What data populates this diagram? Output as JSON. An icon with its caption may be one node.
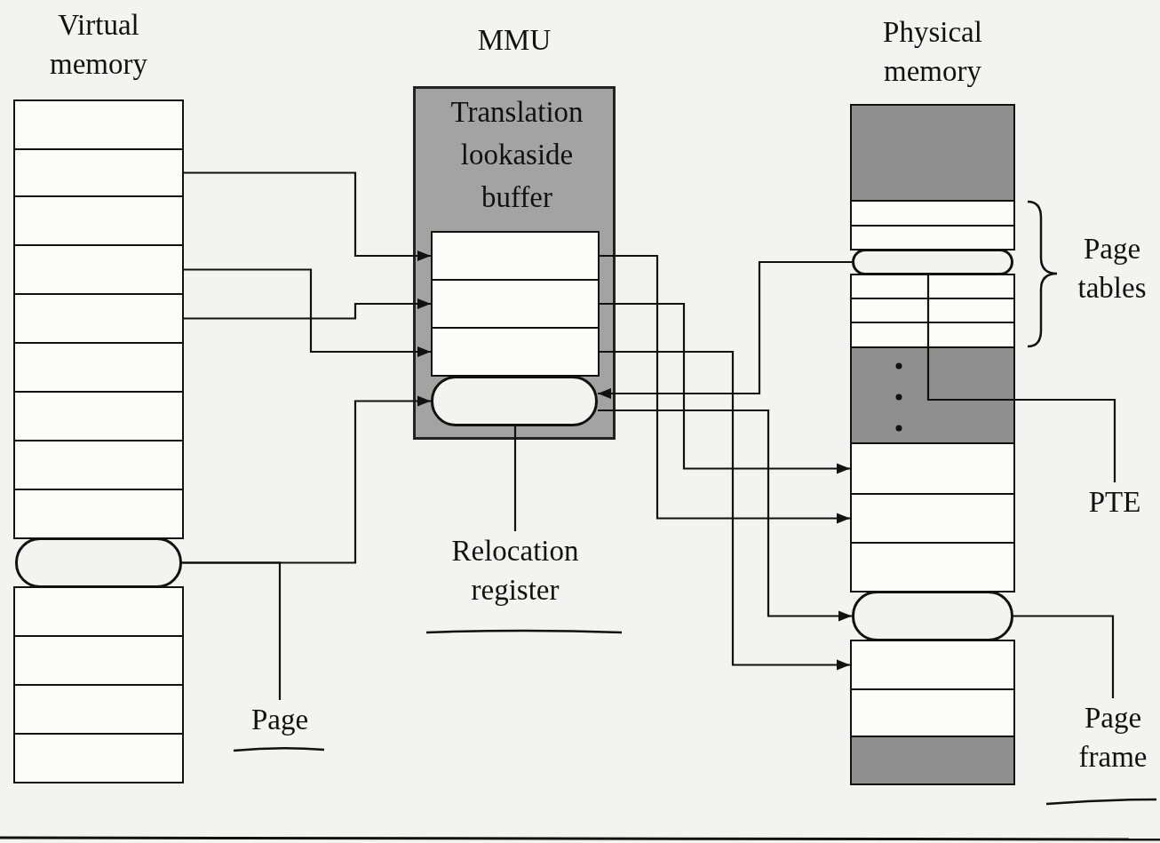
{
  "diagram": {
    "nodes": [
      {
        "text": [
          "Virtual memory"
        ]
      },
      {
        "text": [],
        "shape": "box",
        "in": 0
      },
      {
        "text": [],
        "shape": "box",
        "in": 0
      },
      {
        "text": [],
        "shape": "box",
        "in": 0
      },
      {
        "text": [],
        "shape": "box",
        "in": 0
      },
      {
        "text": [],
        "shape": "box",
        "in": 0
      },
      {
        "text": [],
        "shape": "box",
        "in": 0
      },
      {
        "text": [],
        "shape": "box",
        "in": 0
      },
      {
        "text": [],
        "shape": "box",
        "in": 0
      },
      {
        "text": [],
        "shape": "box",
        "in": 0
      },
      {
        "text": [],
        "shape": "oval",
        "in": 0
      },
      {
        "text": [],
        "shape": "box",
        "in": 0
      },
      {
        "text": [],
        "shape": "box",
        "in": 0
      },
      {
        "text": [],
        "shape": "box",
        "in": 0
      },
      {
        "text": [],
        "shape": "box",
        "in": 0
      },
      {
        "text": [
          "MMU",
          "Translation lookaside buffer"
        ]
      },
      {
        "text": [],
        "shape": "box",
        "in": 15
      },
      {
        "text": [],
        "shape": "box",
        "in": 15
      },
      {
        "text": [],
        "shape": "box",
        "in": 15
      },
      {
        "text": [],
        "shape": "oval",
        "in": 15
      },
      {
        "text": [
          "Physical memory"
        ]
      },
      {
        "text": [],
        "shape": "box",
        "in": 20
      },
      {
        "text": [],
        "shape": "box",
        "in": 20
      },
      {
        "text": [],
        "shape": "box",
        "in": 20
      },
      {
        "text": [],
        "shape": "oval",
        "in": 20
      },
      {
        "text": [],
        "shape": "box",
        "in": 20
      },
      {
        "text": [],
        "shape": "box",
        "in": 20
      },
      {
        "text": [],
        "shape": "box",
        "in": 20
      },
      {
        "text": [],
        "shape": "box",
        "in": 20
      },
      {
        "text": [],
        "shape": "box",
        "in": 20
      },
      {
        "text": [],
        "shape": "box",
        "in": 20
      },
      {
        "text": [],
        "shape": "box",
        "in": 20
      },
      {
        "text": [],
        "shape": "oval",
        "in": 20
      },
      {
        "text": [],
        "shape": "box",
        "in": 20
      },
      {
        "text": [],
        "shape": "box",
        "in": 20
      },
      {
        "text": [],
        "shape": "box",
        "in": 20
      },
      {
        "text": [
          "Relocation register"
        ]
      },
      {
        "text": [
          "Page"
        ]
      },
      {
        "text": [
          "PTE"
        ]
      },
      {
        "text": [
          "Page frame"
        ]
      }
    ],
    "edges": [
      {
        "from": 2,
        "to": 16,
        "arrow": "to"
      },
      {
        "from": 4,
        "to": 18,
        "arrow": "to"
      },
      {
        "from": 5,
        "to": 17,
        "arrow": "to"
      },
      {
        "from": 10,
        "to": 19,
        "arrow": "to"
      },
      {
        "from": 16,
        "to": 30,
        "arrow": "to"
      },
      {
        "from": 17,
        "to": 29,
        "arrow": "to"
      },
      {
        "from": 18,
        "to": 33,
        "arrow": "to"
      },
      {
        "from": 19,
        "to": 32,
        "arrow": "to"
      },
      {
        "from": 24,
        "to": 19,
        "arrow": "to"
      },
      {
        "from": 36,
        "to": 19,
        "arrow": "none"
      },
      {
        "from": 37,
        "to": 10,
        "arrow": "none"
      },
      {
        "from": 38,
        "to": 24,
        "arrow": "none"
      },
      {
        "from": 39,
        "to": 32,
        "arrow": "none"
      }
    ],
    "labels": [
      "Page tables"
    ]
  }
}
